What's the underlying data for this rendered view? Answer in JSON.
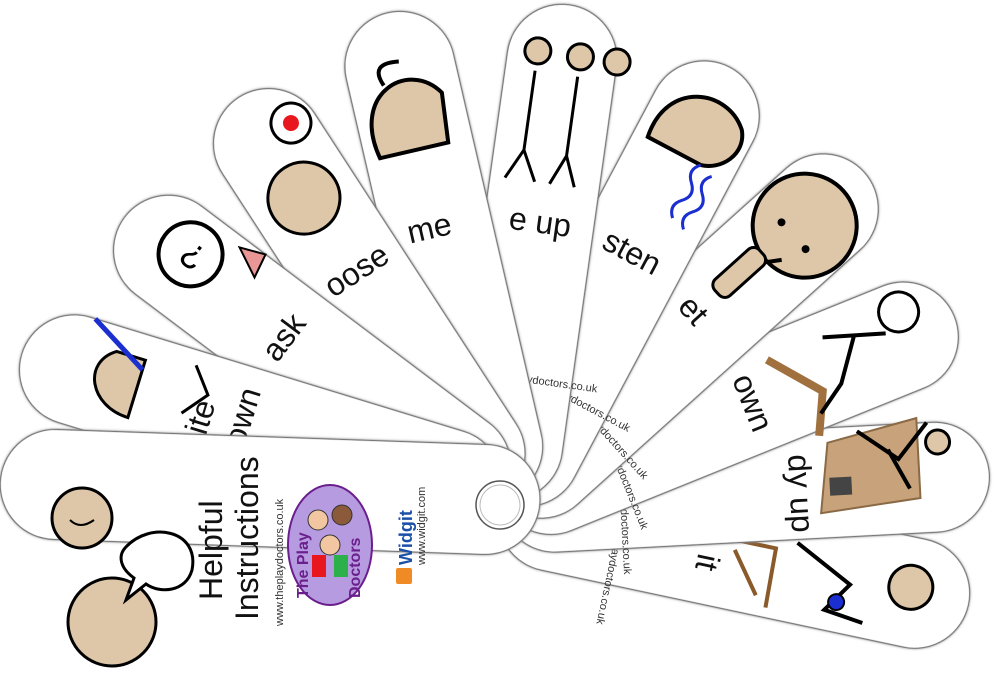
{
  "cards": [
    {
      "id": "wait",
      "label": "it"
    },
    {
      "id": "tidy-up",
      "label": "dy up"
    },
    {
      "id": "sit-down",
      "label": "own"
    },
    {
      "id": "quiet",
      "label": "et"
    },
    {
      "id": "listen",
      "label": "sten"
    },
    {
      "id": "line-up",
      "label": "e up"
    },
    {
      "id": "come",
      "label": "me"
    },
    {
      "id": "choose",
      "label": "oose"
    },
    {
      "id": "ask",
      "label": "ask"
    },
    {
      "id": "write-down",
      "label1": "ite",
      "label2": "own"
    }
  ],
  "front": {
    "title1": "Helpful",
    "title2": "Instructions",
    "url": "www.theplaydoctors.co.uk",
    "logo_line1": "The Play",
    "logo_line2": "Doctors",
    "widgit": "Widgit",
    "widgit_url": "www.widgit.com"
  },
  "card_url": "theplaydoctors.co.uk",
  "colors": {
    "skin": "#ddc7a8",
    "logo": "#b79be0",
    "accent_red": "#e8171d",
    "wave": "#1b2fd1",
    "widgit": "#f08a24"
  }
}
